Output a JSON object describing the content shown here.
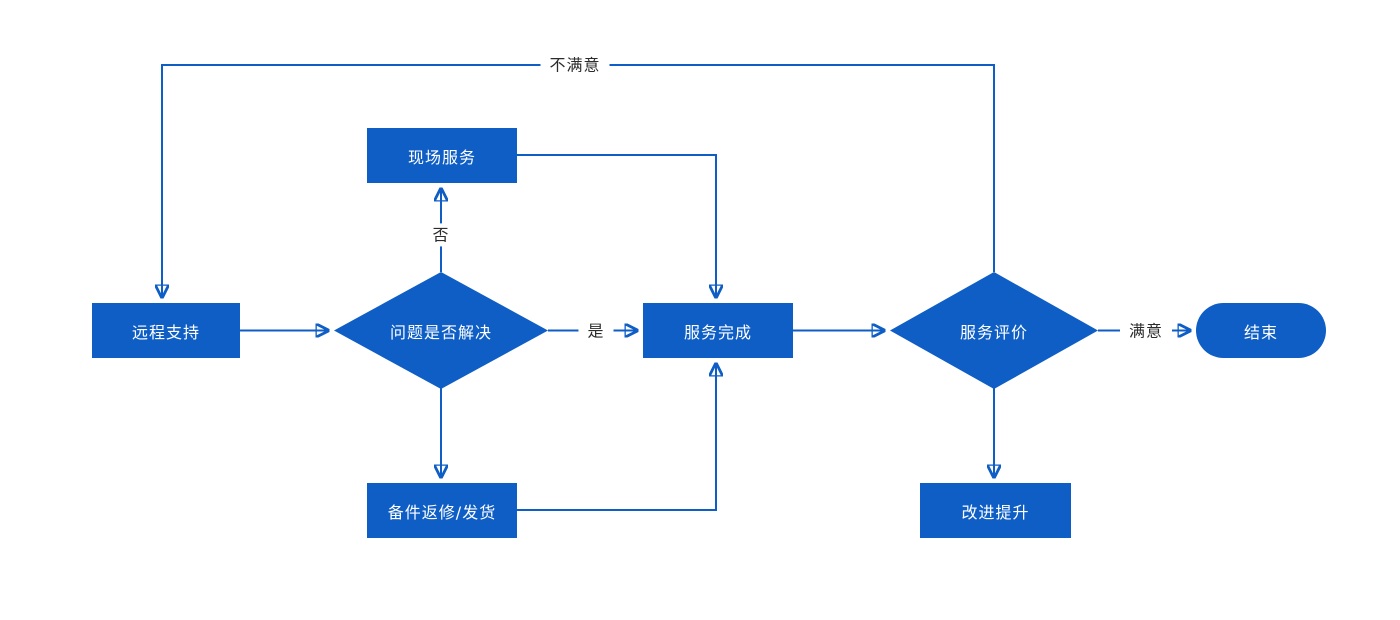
{
  "diagram": {
    "type": "flowchart",
    "colors": {
      "shape_fill": "#0e5ec5",
      "connector": "#0e5ec5",
      "shape_text": "#ffffff",
      "edge_label_text": "#2b2b2b",
      "background": "#ffffff"
    },
    "nodes": {
      "remote_support": {
        "label": "远程支持",
        "type": "process"
      },
      "onsite_service": {
        "label": "现场服务",
        "type": "process"
      },
      "problem_solved": {
        "label": "问题是否解决",
        "type": "decision"
      },
      "service_complete": {
        "label": "服务完成",
        "type": "process"
      },
      "spare_parts": {
        "label": "备件返修/发货",
        "type": "process"
      },
      "service_evaluation": {
        "label": "服务评价",
        "type": "decision"
      },
      "end": {
        "label": "结束",
        "type": "terminator"
      },
      "improvement": {
        "label": "改进提升",
        "type": "process"
      }
    },
    "edge_labels": {
      "no": "否",
      "yes": "是",
      "satisfied": "满意",
      "unsatisfied": "不满意"
    },
    "flows": [
      "远程支持 → 问题是否解决",
      "问题是否解决 —否→ 现场服务",
      "问题是否解决 —是→ 服务完成",
      "问题是否解决 → 备件返修/发货",
      "现场服务 → 服务完成",
      "备件返修/发货 → 服务完成",
      "服务完成 → 服务评价",
      "服务评价 —满意→ 结束",
      "服务评价 —不满意→ 远程支持",
      "服务评价 → 改进提升"
    ]
  }
}
